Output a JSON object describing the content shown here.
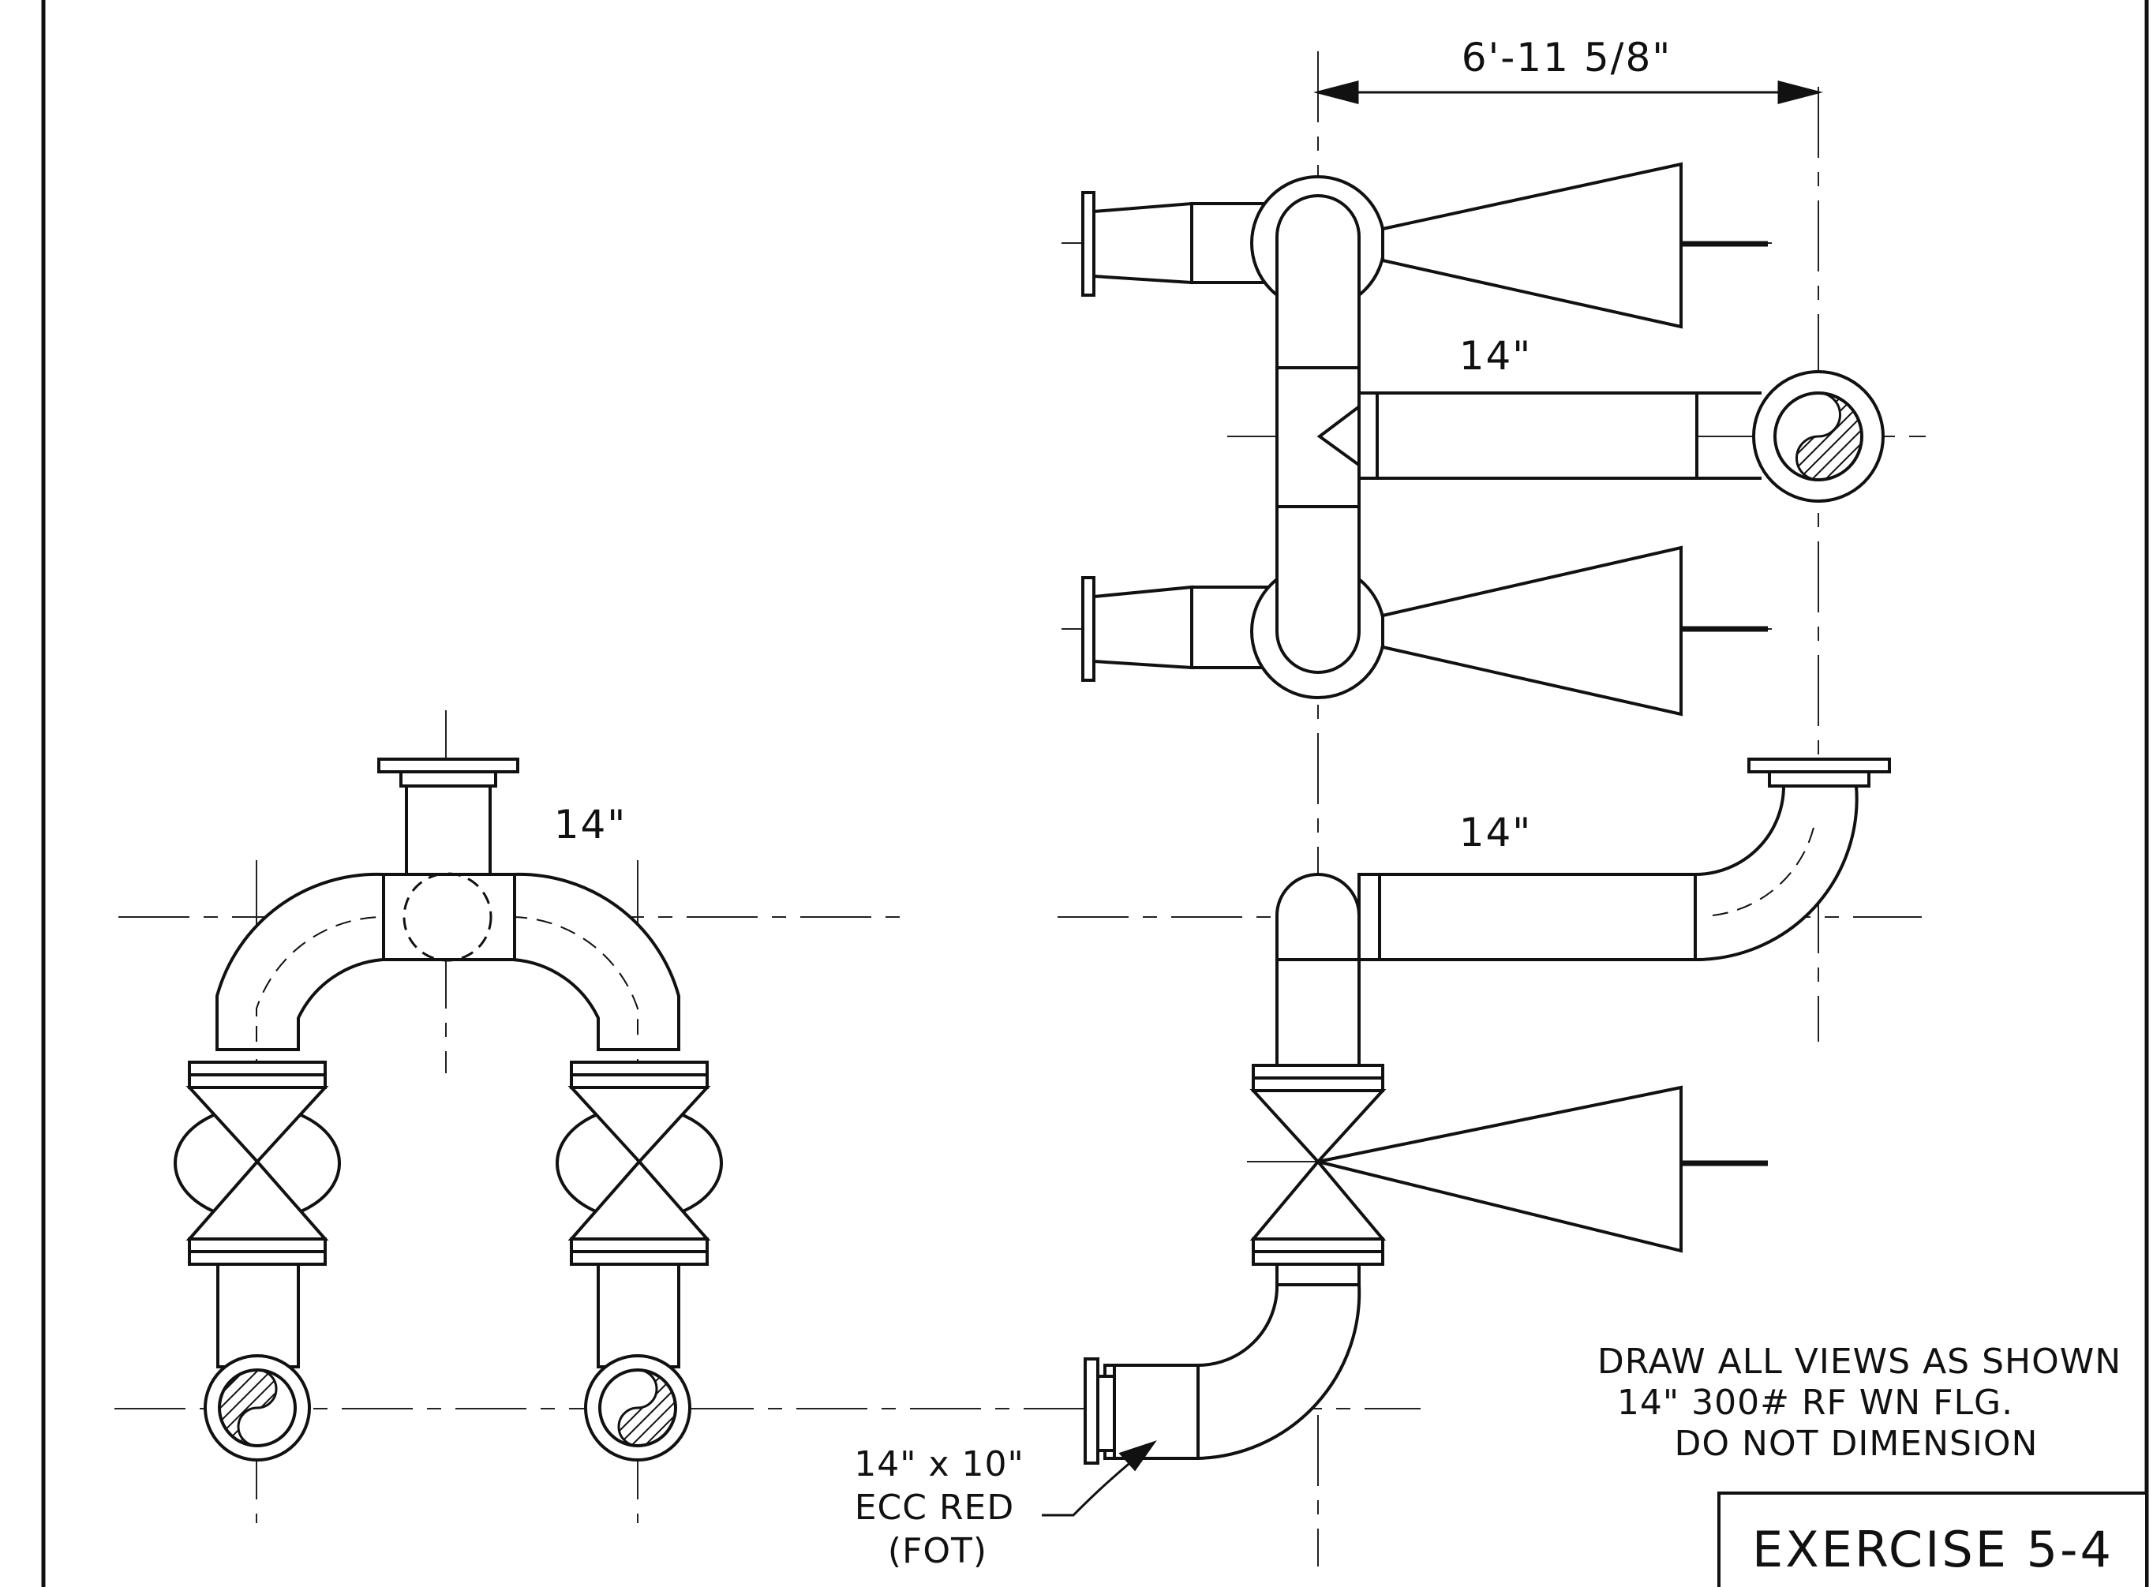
{
  "dimensions": {
    "overall_width": "6'-11 5/8\"",
    "plan_pipe_size": "14\"",
    "front_pipe_size": "14\"",
    "side_pipe_size": "14\""
  },
  "callout": {
    "line1": "14\" x 10\"",
    "line2": "ECC RED",
    "line3": "(FOT)"
  },
  "notes": {
    "line1": "DRAW ALL VIEWS AS SHOWN",
    "line2": "14\" 300# RF WN FLG.",
    "line3": "DO NOT DIMENSION"
  },
  "title_block": {
    "title": "EXERCISE 5-4"
  }
}
